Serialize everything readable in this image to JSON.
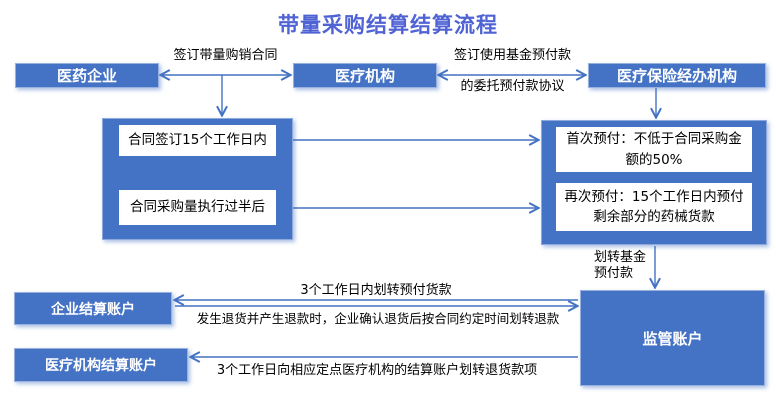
{
  "title": "带量采购结算结算流程",
  "colors": {
    "node_fill": "#4472C4",
    "line": "#4472C4",
    "title_text": "#4F63D4"
  },
  "nodes": {
    "pharma_enterprise": "医药企业",
    "medical_institution": "医疗机构",
    "insurance_agency": "医疗保险经办机构",
    "contract_signed_15days": "合同签订15个工作日内",
    "contract_half_executed": "合同采购量执行过半后",
    "first_prepayment": "首次预付：不低于合同采购金额的50%",
    "second_prepayment": "再次预付：15个工作日内预付剩余部分的药械货款",
    "supervision_account": "监管账户",
    "enterprise_settlement_account": "企业结算账户",
    "medical_settlement_account": "医疗机构结算账户"
  },
  "edge_labels": {
    "sign_volume_contract": "签订带量购销合同",
    "sign_fund_agreement_line1": "签订使用基金预付款",
    "sign_fund_agreement_line2": "的委托预付款协议",
    "transfer_fund_prepayment": "划转基金预付款",
    "transfer_prepaid_goods": "3个工作日内划转预付货款",
    "refund_condition": "发生退货并产生退款时，企业确认退货后按合同约定时间划转退款",
    "transfer_return_goods": "3个工作日向相应定点医疗机构的结算账户划转退货款项"
  }
}
